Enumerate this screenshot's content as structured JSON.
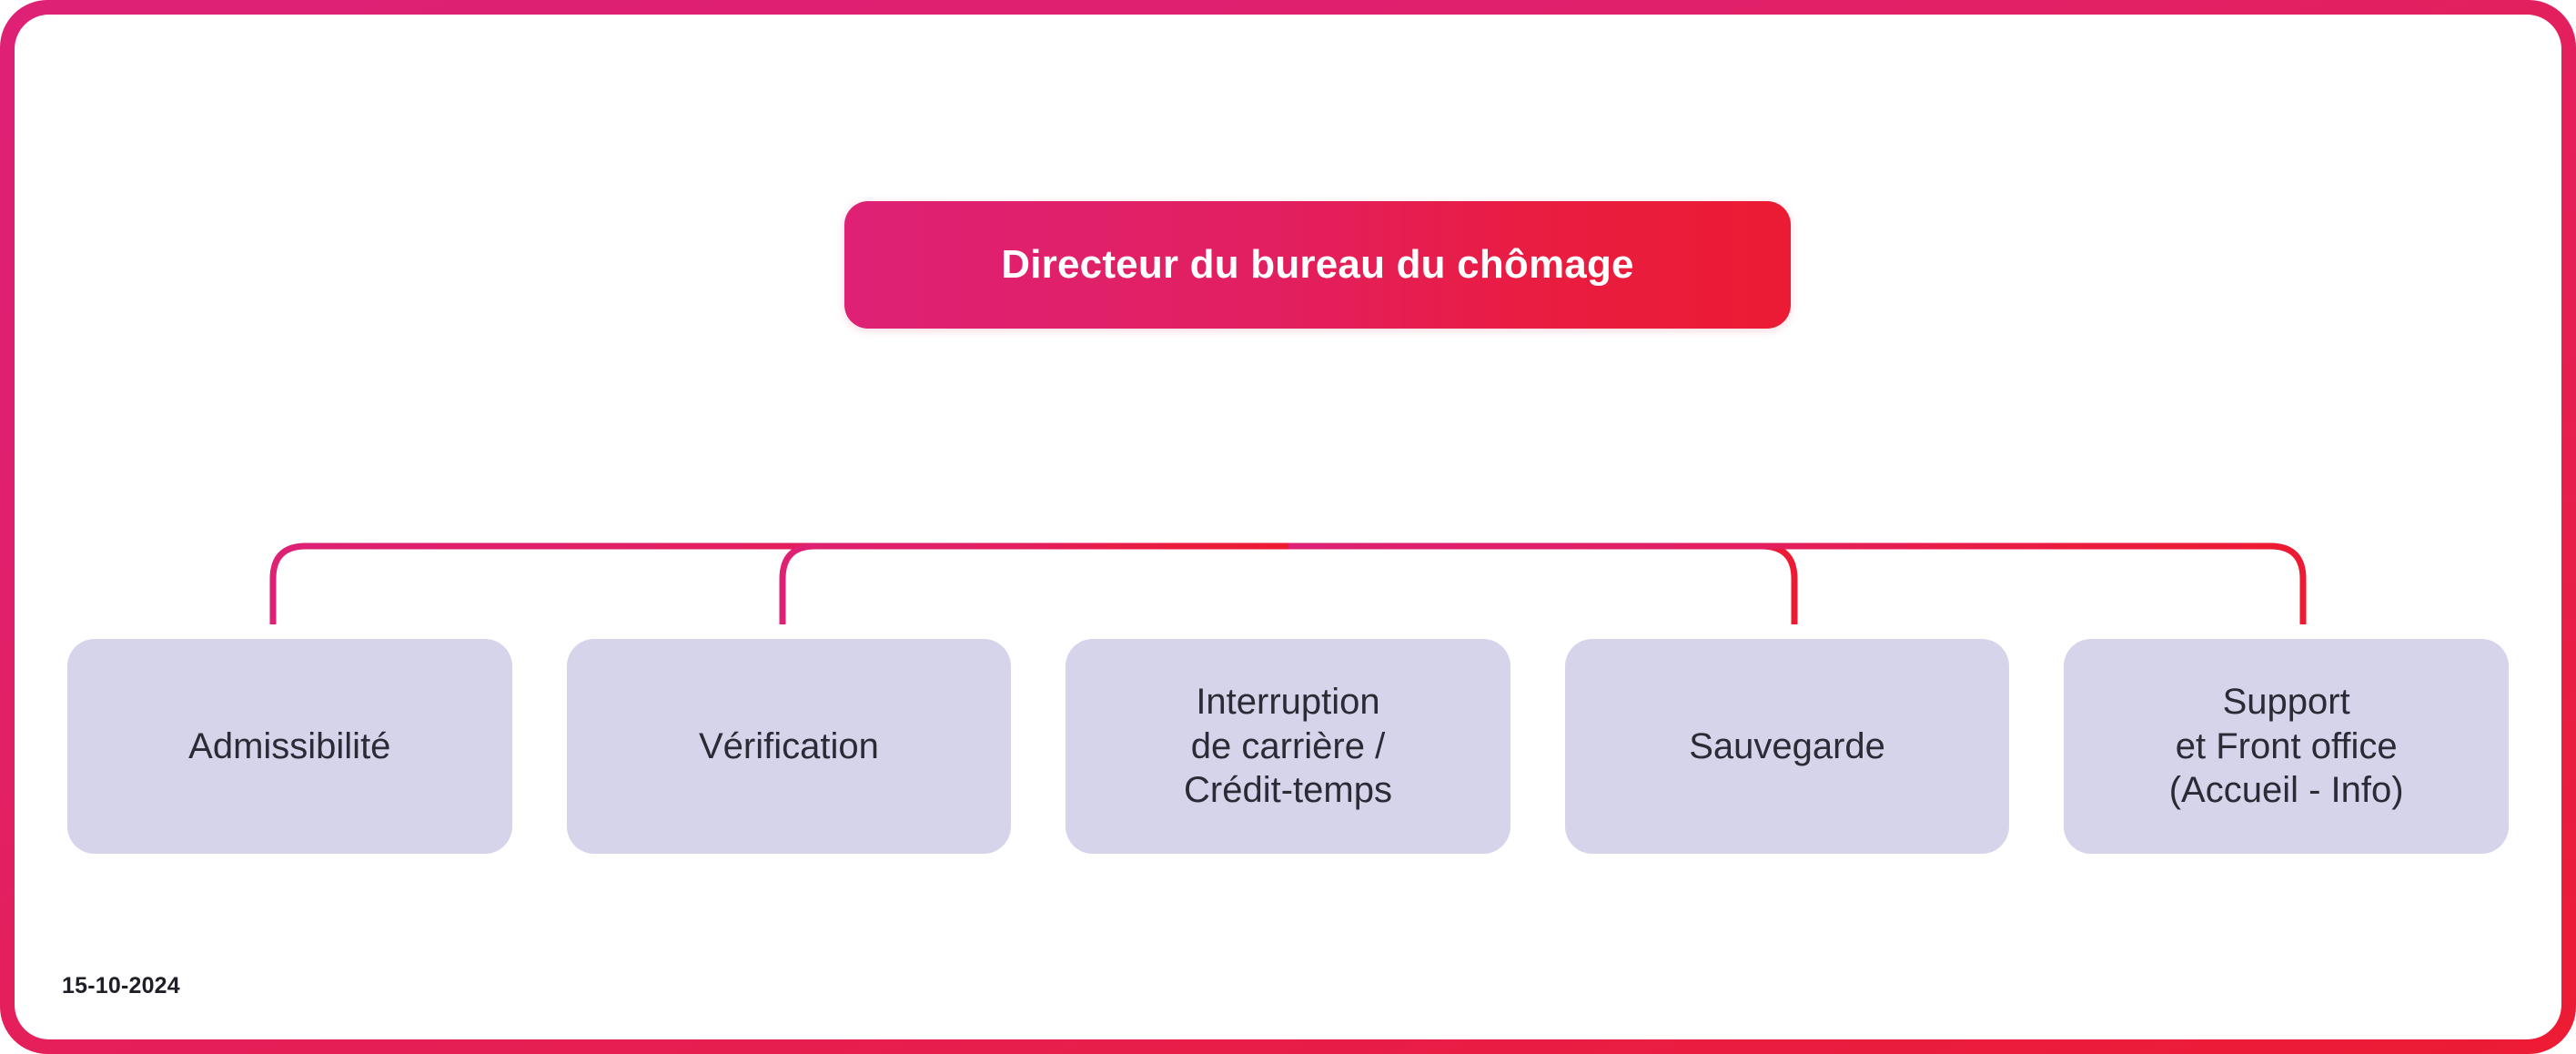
{
  "chart": {
    "type": "org-chart",
    "title": "Directeur du bureau du chômage",
    "root": {
      "label": "Directeur du bureau du chômage",
      "text_color": "#FFFFFF",
      "fill_gradient_start": "#DE2175",
      "fill_gradient_end": "#EC1B33"
    },
    "children": [
      {
        "lines": [
          "Admissibilité"
        ]
      },
      {
        "lines": [
          "Vérification"
        ]
      },
      {
        "lines": [
          "Interruption",
          "de carrière /",
          "Crédit-temps"
        ]
      },
      {
        "lines": [
          "Sauvegarde"
        ]
      },
      {
        "lines": [
          "Support",
          "et Front office",
          "(Accueil - Info)"
        ]
      }
    ],
    "child_fill": "#D6D4EA",
    "child_text_color": "#2B2B36",
    "connector_color_start": "#DE2175",
    "connector_color_end": "#ED1B33"
  },
  "footer": {
    "date": "15-10-2024"
  },
  "frame": {
    "border_gradient_start": "#DE2175",
    "border_gradient_end": "#ED1B33"
  }
}
